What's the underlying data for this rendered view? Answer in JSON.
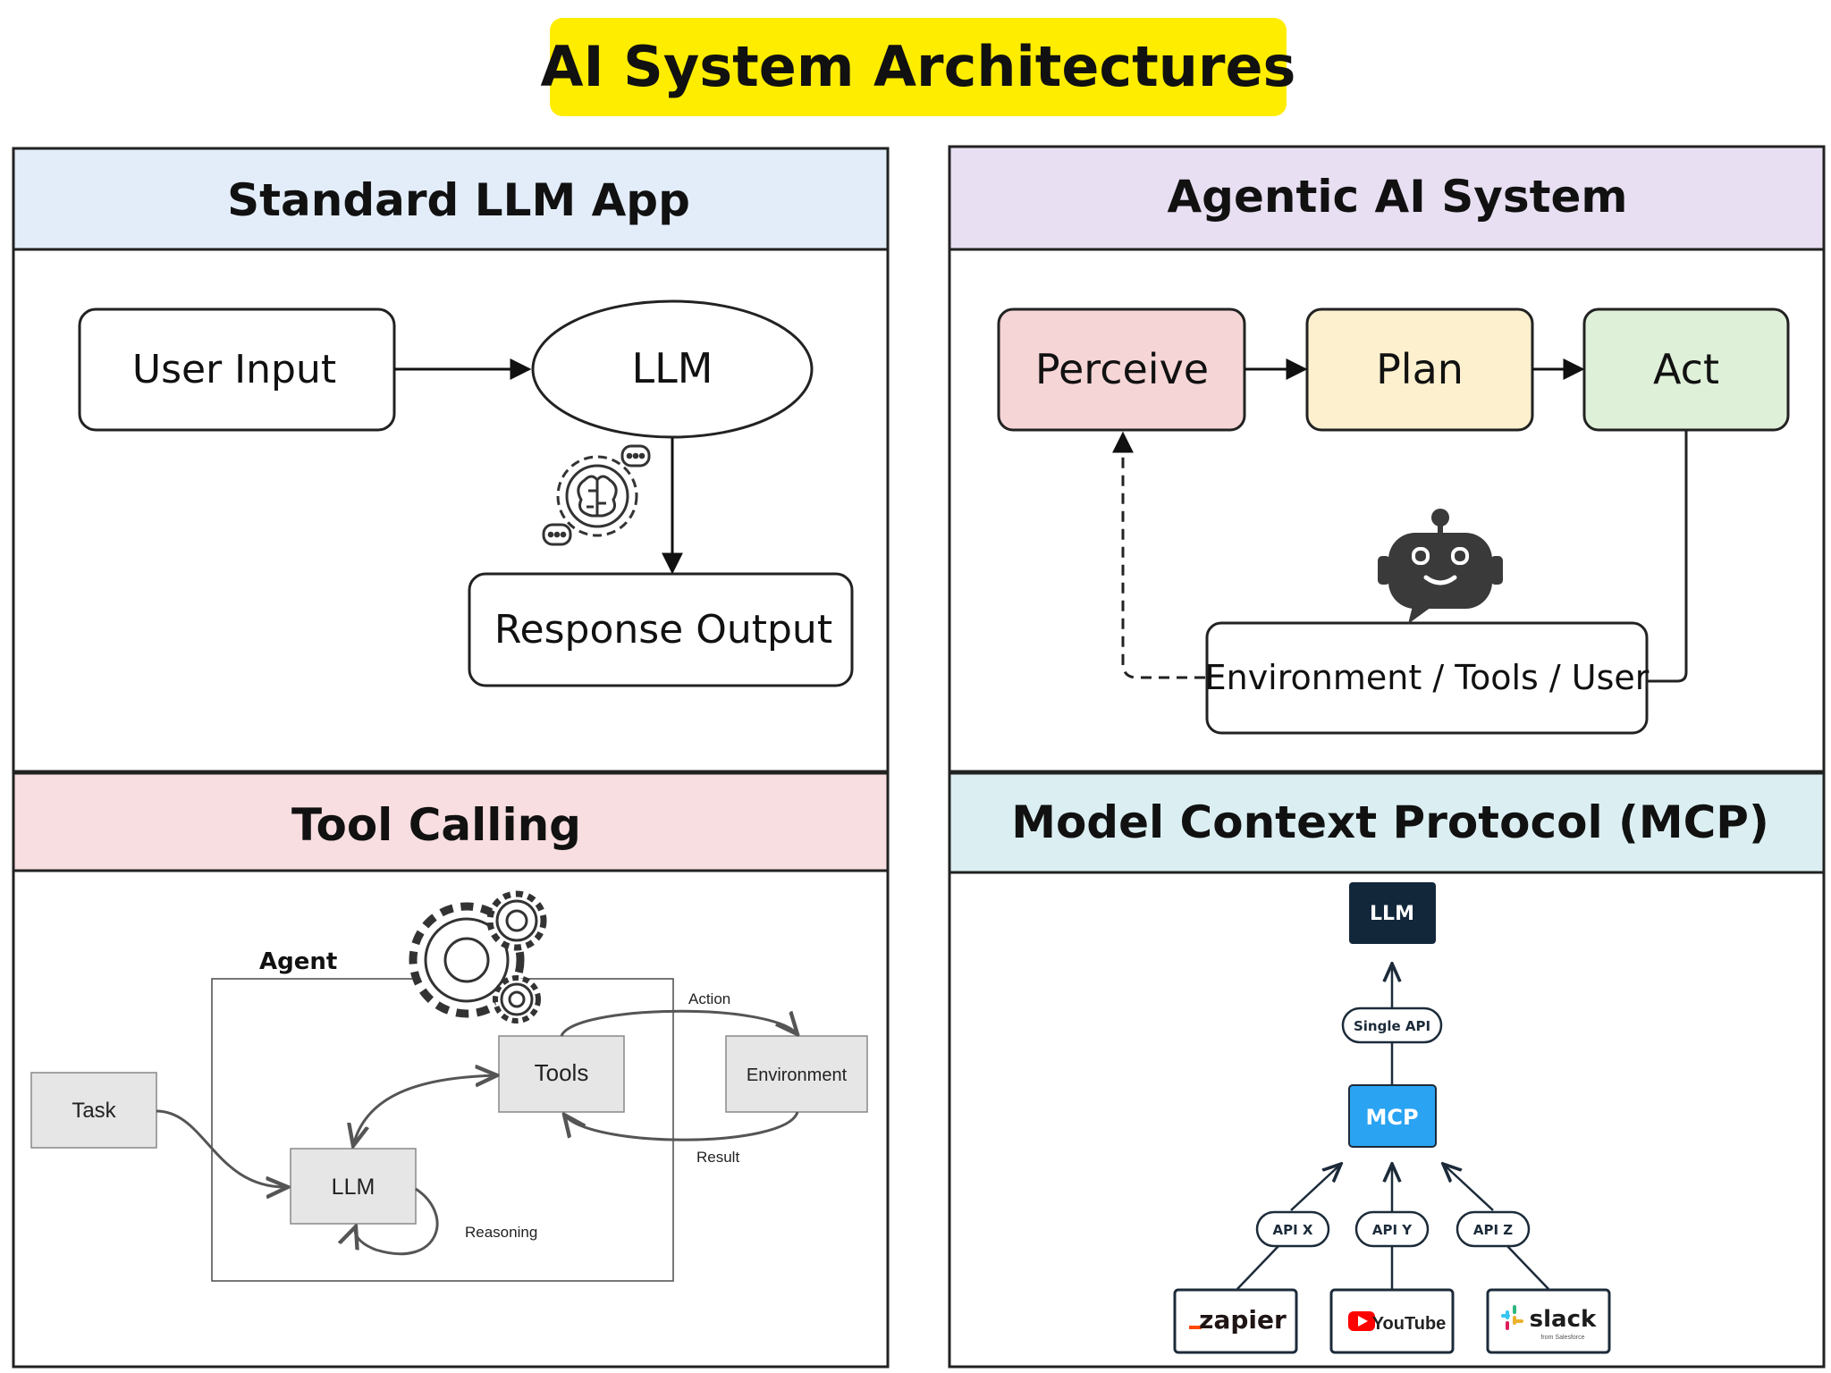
{
  "page": {
    "title": "AI System Architectures",
    "title_bg": "#FFED00"
  },
  "panels": {
    "standard": {
      "title": "Standard LLM App",
      "header_color": "#E3EDFA",
      "nodes": {
        "user_input": "User Input",
        "llm": "LLM",
        "response": "Response Output"
      },
      "icon": "brain-gear-icon"
    },
    "agentic": {
      "title": "Agentic AI System",
      "header_color": "#E8DFF2",
      "nodes": {
        "perceive": "Perceive",
        "plan": "Plan",
        "act": "Act",
        "environment": "Environment / Tools / User"
      },
      "node_colors": {
        "perceive": "#F6D5D6",
        "plan": "#FCF0CE",
        "act": "#DFF0D8"
      },
      "icon": "robot-icon"
    },
    "tool_calling": {
      "title": "Tool Calling",
      "header_color": "#F8DEE0",
      "labels": {
        "agent": "Agent",
        "task": "Task",
        "tools": "Tools",
        "environment": "Environment",
        "llm": "LLM",
        "action": "Action",
        "result": "Result",
        "reasoning": "Reasoning"
      },
      "icon": "gears-icon"
    },
    "mcp": {
      "title": "Model Context Protocol (MCP)",
      "header_color": "#DBEFF2",
      "labels": {
        "llm": "LLM",
        "single_api": "Single API",
        "mcp": "MCP",
        "api_x": "API X",
        "api_y": "API Y",
        "api_z": "API Z"
      },
      "services": {
        "zapier": "zapier",
        "youtube": "YouTube",
        "slack": "slack",
        "slack_sub": "from Salesforce"
      },
      "colors": {
        "llm_box": "#13273B",
        "mcp_box": "#2AA3F2"
      }
    }
  }
}
